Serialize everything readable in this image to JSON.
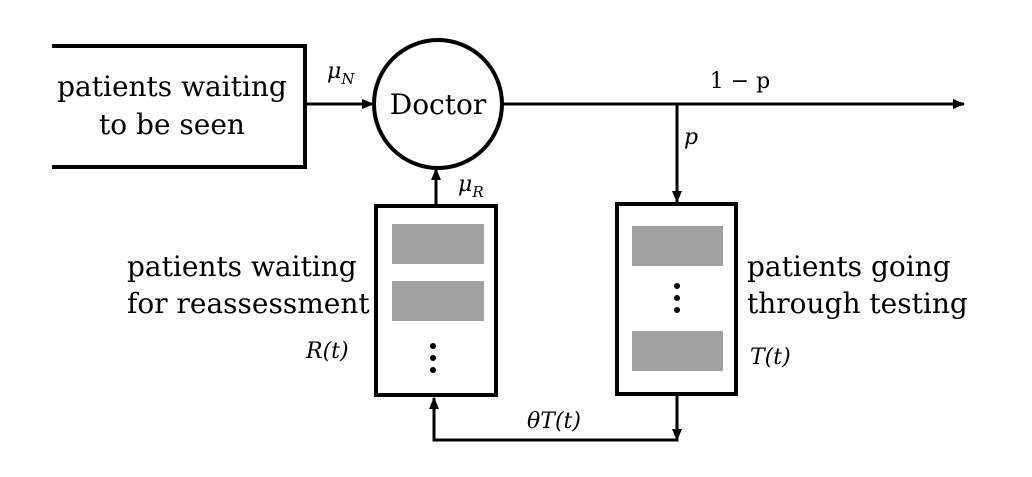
{
  "waiting_box": {
    "line1": "patients waiting",
    "line2": "to be seen"
  },
  "doctor": {
    "label": "Doctor"
  },
  "rates": {
    "mu_n": {
      "symbol": "μ",
      "sub": "N"
    },
    "mu_r": {
      "symbol": "μ",
      "sub": "R"
    },
    "one_minus_p": "1 − p",
    "p": "p",
    "theta_t": "θT(t)"
  },
  "reassessment": {
    "line1": "patients waiting",
    "line2": "for reassessment",
    "state": "R(t)"
  },
  "testing": {
    "line1": "patients going",
    "line2": "through testing",
    "state": "T(t)"
  },
  "colors": {
    "stroke": "#000000",
    "queue_slot": "#a0a0a0",
    "background": "#ffffff"
  }
}
